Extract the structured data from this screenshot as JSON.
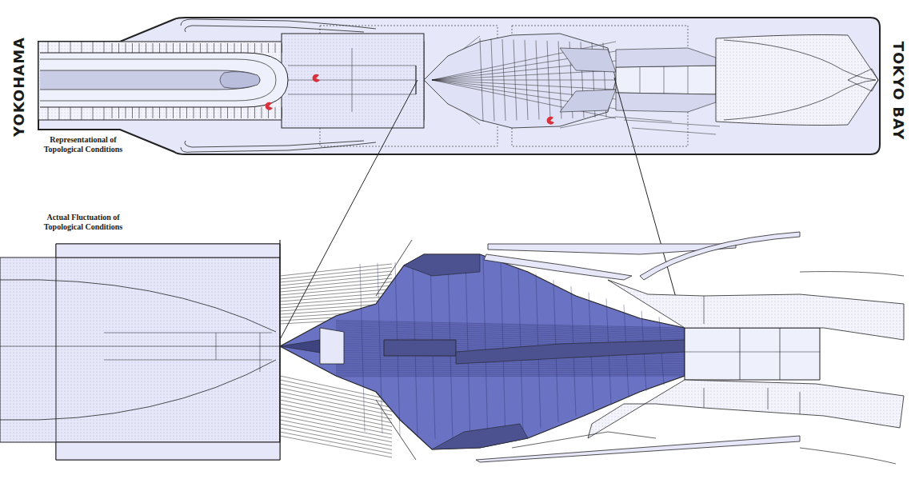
{
  "diagram": {
    "labels": [
      "YOKOHAMA",
      "TOKYO BAY",
      "Representational of Topological Conditions",
      "Actual Fluctuation of Topological Conditions"
    ]
  }
}
